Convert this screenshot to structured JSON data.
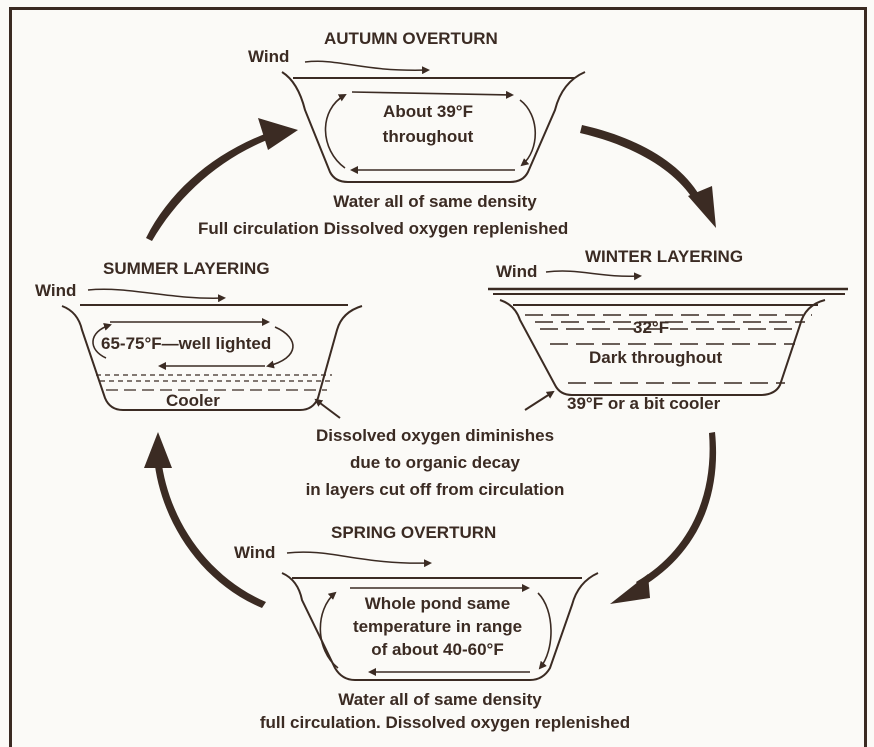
{
  "autumn": {
    "title": "AUTUMN OVERTURN",
    "wind": "Wind",
    "inside_line1": "About 39°F",
    "inside_line2": "throughout",
    "note1": "Water all of same density",
    "note2": "Full circulation  Dissolved oxygen replenished"
  },
  "winter": {
    "title": "WINTER LAYERING",
    "wind": "Wind",
    "top_temp": "32°F",
    "middle": "Dark throughout",
    "bottom": "39°F or a bit cooler"
  },
  "summer": {
    "title": "SUMMER LAYERING",
    "wind": "Wind",
    "top": "65-75°F—well lighted",
    "bottom": "Cooler"
  },
  "center": {
    "line1": "Dissolved oxygen diminishes",
    "line2": "due to organic decay",
    "line3": "in layers cut off from circulation"
  },
  "spring": {
    "title": "SPRING OVERTURN",
    "wind": "Wind",
    "inside_line1": "Whole pond same",
    "inside_line2": "temperature in range",
    "inside_line3": "of about 40-60°F",
    "note1": "Water all of same density",
    "note2": "full circulation. Dissolved oxygen replenished"
  },
  "colors": {
    "ink": "#3b2b23",
    "background": "#fbfaf7"
  }
}
